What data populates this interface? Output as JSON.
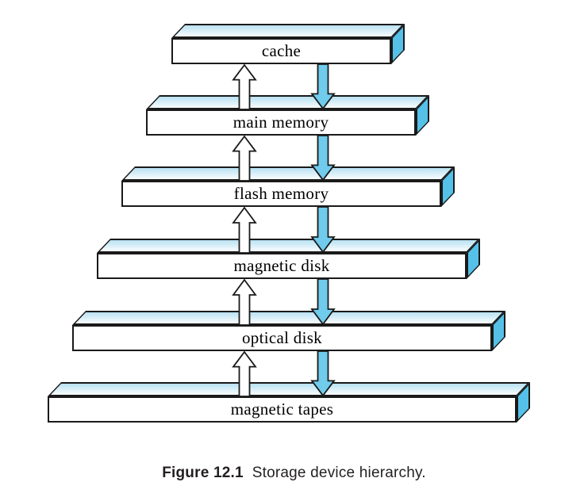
{
  "diagram": {
    "title": "storage-device-hierarchy",
    "levels": [
      {
        "label": "cache"
      },
      {
        "label": "main memory"
      },
      {
        "label": "flash memory"
      },
      {
        "label": "magnetic disk"
      },
      {
        "label": "optical disk"
      },
      {
        "label": "magnetic tapes"
      }
    ],
    "arrow_icons": {
      "up": "hollow-up-arrow",
      "down": "filled-down-arrow"
    },
    "colors": {
      "side_face": "#55c1e9",
      "top_face_dark": "#b9e1f2",
      "top_face_light": "#f9fdfe",
      "down_arrow": "#70cbec",
      "outline": "#1a1a1a",
      "caption_text": "#231f20"
    }
  },
  "caption": {
    "figure_label": "Figure 12.1",
    "text": "Storage device hierarchy."
  }
}
